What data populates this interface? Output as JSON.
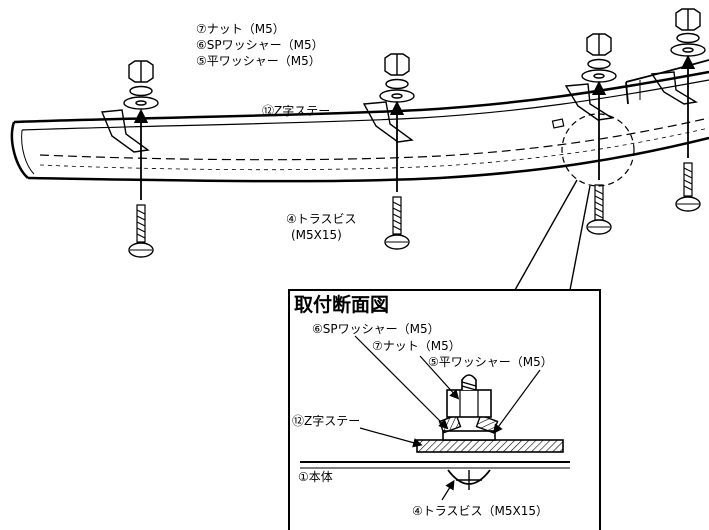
{
  "labels": {
    "nut_top": "⑦ナット（M5）",
    "sp_washer_top": "⑥SPワッシャー（M5）",
    "flat_washer_top": "⑤平ワッシャー（M5）",
    "zstay_top": "⑫Z字ステー",
    "screw_top_line1": "④トラスビス",
    "screw_top_line2": "(M5X15)"
  },
  "inset": {
    "title": "取付断面図",
    "sp_washer": "⑥SPワッシャー（M5）",
    "nut": "⑦ナット（M5）",
    "flat_washer": "⑤平ワッシャー（M5）",
    "zstay": "⑫Z字ステー",
    "body": "①本体",
    "screw": "④トラスビス（M5X15）"
  }
}
